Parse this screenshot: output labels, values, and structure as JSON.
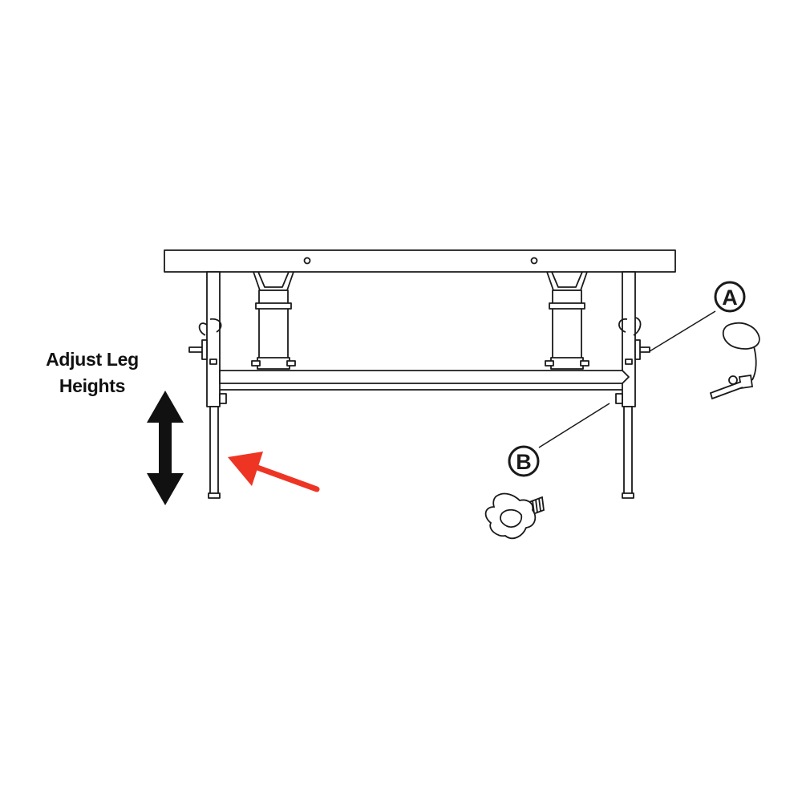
{
  "instruction": {
    "line1": "Adjust Leg",
    "line2": "Heights"
  },
  "callouts": {
    "a": {
      "letter": "A",
      "part_icon": "lynch-pin-with-lanyard-icon"
    },
    "b": {
      "letter": "B",
      "part_icon": "star-knob-bolt-icon"
    }
  },
  "colors": {
    "line": "#1a1a1a",
    "pointer_arrow": "#ee3524",
    "double_arrow": "#111111",
    "background": "#ffffff"
  }
}
